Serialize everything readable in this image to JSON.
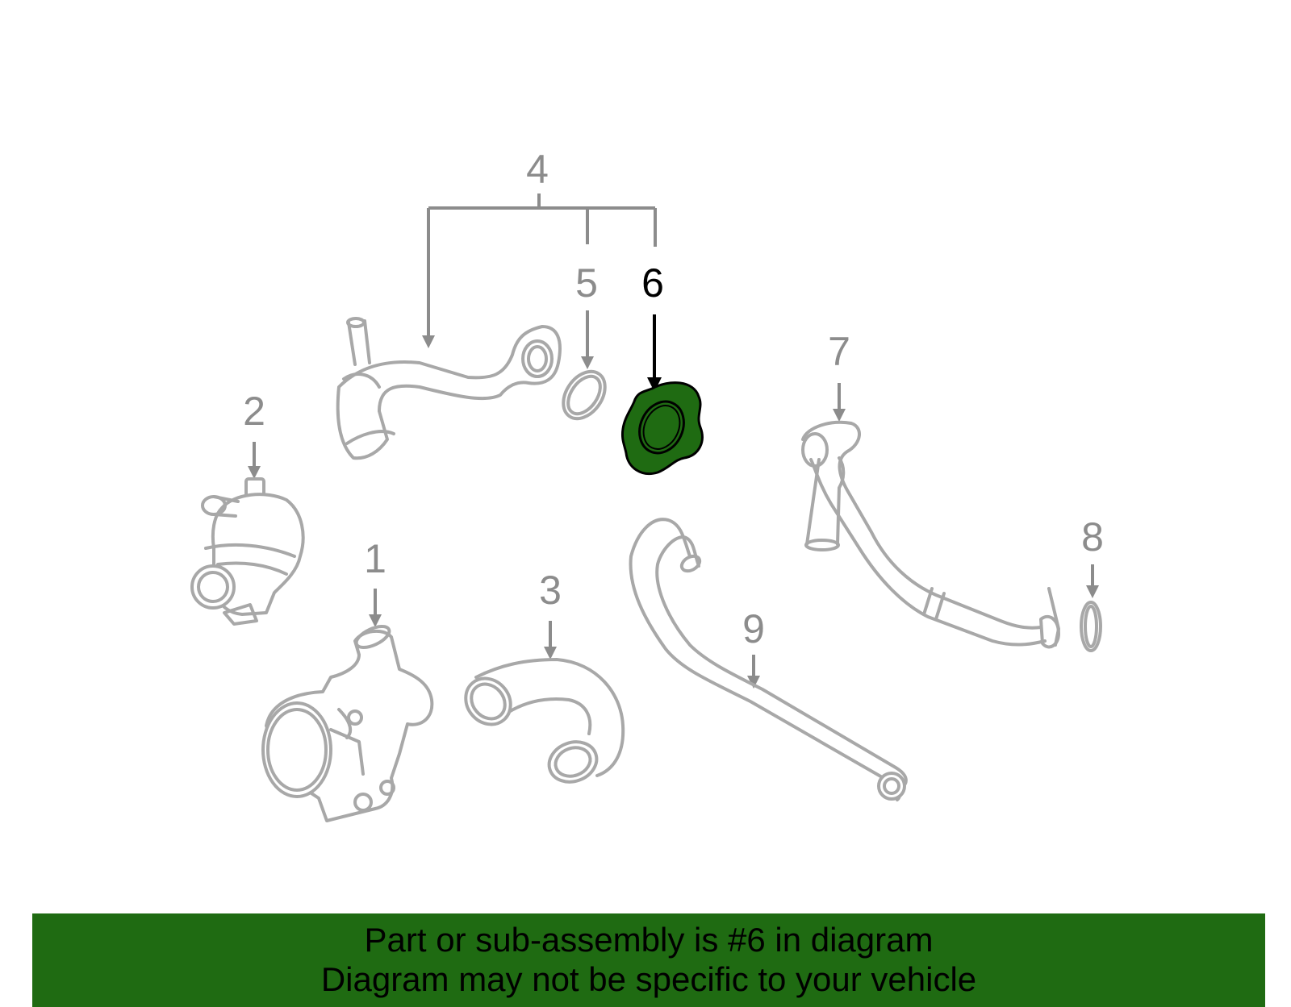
{
  "diagram": {
    "highlight_color": "#1f6b12",
    "line_color": "#a8a8a8",
    "callouts": {
      "c1": "1",
      "c2": "2",
      "c3": "3",
      "c4": "4",
      "c5": "5",
      "c6": "6",
      "c7": "7",
      "c8": "8",
      "c9": "9"
    },
    "highlighted_part": "6"
  },
  "banner": {
    "line1": "Part or sub-assembly is #6 in diagram",
    "line2": "Diagram may not be specific to your vehicle",
    "background": "#1f6b12"
  }
}
